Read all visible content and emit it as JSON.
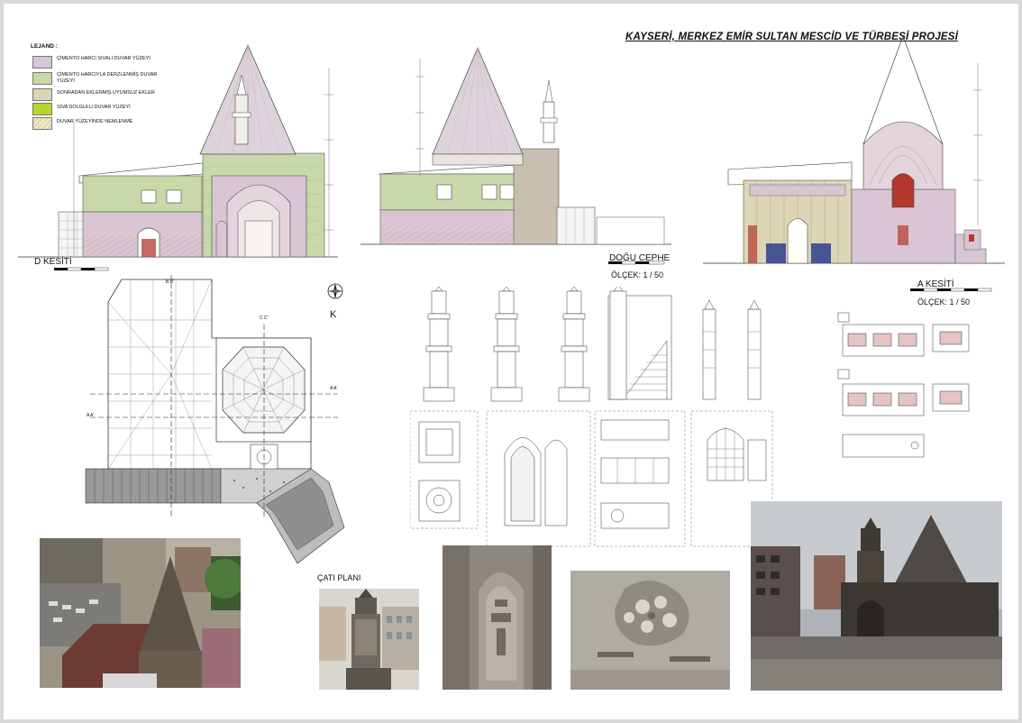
{
  "title": "KAYSERİ, MERKEZ EMİR SULTAN MESCİD VE TÜRBESİ PROJESİ",
  "legend": {
    "heading": "LEJAND :",
    "items": [
      {
        "label": "ÇİMENTO HARCI SIVALI DUVAR YÜZEYİ",
        "color": "#d9c5d3"
      },
      {
        "label": "ÇİMENTO HARCIYLA DERZLENMİŞ DUVAR YÜZEYİ",
        "color": "#c8d8a8"
      },
      {
        "label": "SONRADAN EKLENMİŞ UYUMSUZ EKLER",
        "color": "#dcd6b6"
      },
      {
        "label": "SIVA DOLGULU DUVAR YÜZEYİ",
        "color": "#b7d62a"
      },
      {
        "label": "DUVAR YÜZEYİNDE NEMLENME",
        "color": "#f2e8c8"
      }
    ]
  },
  "drawings": {
    "section_d": "D KESİTİ",
    "east_facade": "DOĞU CEPHE",
    "scale_label": "ÖLÇEK:  1 / 50",
    "section_a": "A KESİTİ",
    "roof_plan": "ÇATI PLANI",
    "north_mark": "K",
    "plan_marks": {
      "b_top": "B  B'",
      "c_top": "C  C'",
      "a_left": "A  A'",
      "c_right": "A  A'"
    }
  },
  "colors": {
    "plaster": "#d9c5d3",
    "pointed": "#c8d8a8",
    "additions": "#dcd6b6",
    "filled": "#b7d62a",
    "damp": "#f2e8c8",
    "stone": "#c9bfb0",
    "red": "#b4372e",
    "blue": "#2c3f8f"
  }
}
